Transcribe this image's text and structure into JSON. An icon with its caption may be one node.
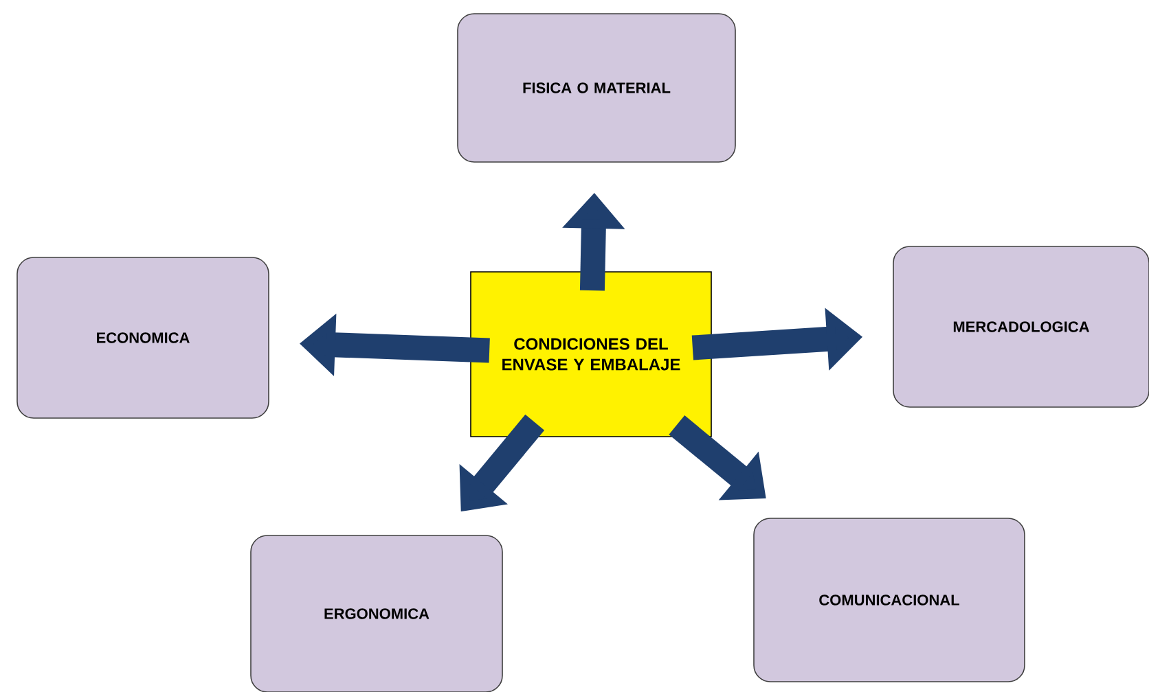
{
  "diagram": {
    "nodes": [
      {
        "text": [
          "CONDICIONES DEL ENVASE Y EMBALAJE"
        ]
      },
      {
        "text": [
          "FISICA O MATERIAL"
        ]
      },
      {
        "text": [
          "ECONOMICA"
        ]
      },
      {
        "text": [
          "MERCADOLOGICA"
        ]
      },
      {
        "text": [
          "ERGONOMICA"
        ]
      },
      {
        "text": [
          "COMUNICACIONAL"
        ]
      }
    ],
    "edges": [
      {
        "from": 0,
        "to": 1,
        "arrow": "to"
      },
      {
        "from": 0,
        "to": 2,
        "arrow": "to"
      },
      {
        "from": 0,
        "to": 3,
        "arrow": "to"
      },
      {
        "from": 0,
        "to": 4,
        "arrow": "to"
      },
      {
        "from": 0,
        "to": 5,
        "arrow": "to"
      }
    ]
  }
}
